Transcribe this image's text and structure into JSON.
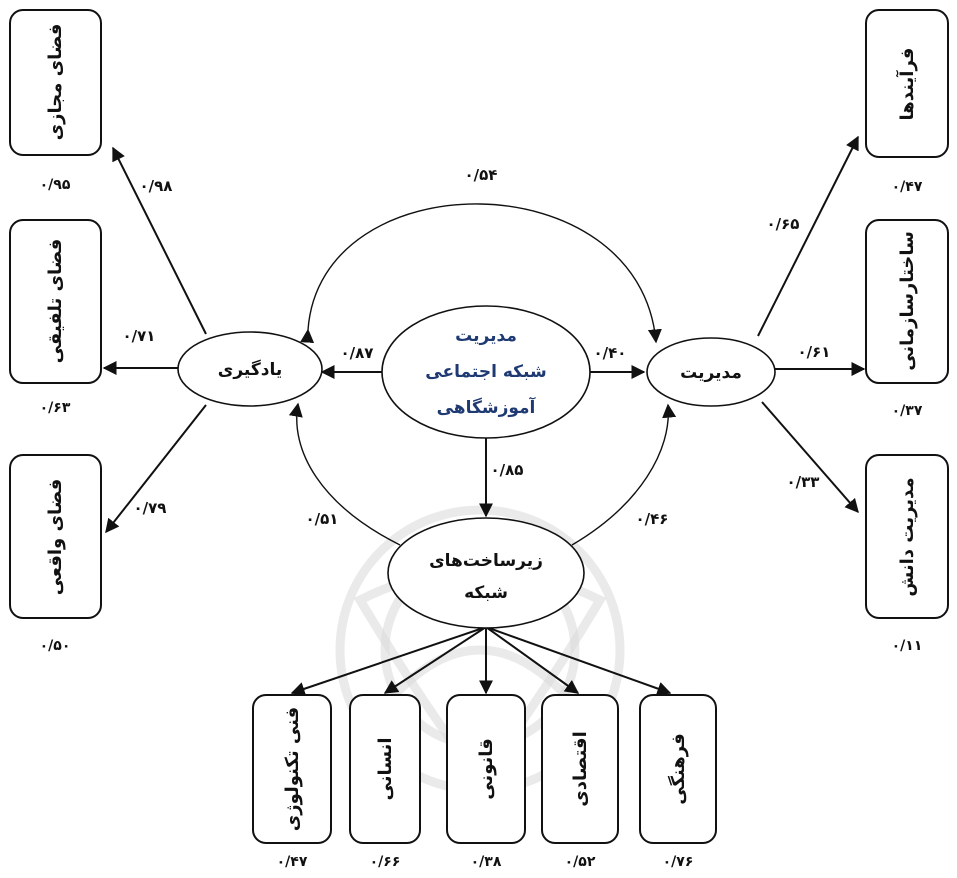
{
  "center": {
    "lines": [
      "مدیریت",
      "شبکه اجتماعی",
      "آموزشگاهی"
    ],
    "color": "#1f3a73"
  },
  "nodes": {
    "learning": "یادگیری",
    "management": "مدیریت",
    "infrastructure": [
      "زیرساخت‌های",
      "شبکه"
    ]
  },
  "boxes": {
    "virtual_space": "فضای مجازی",
    "blended_space": "فضای تلفیقی",
    "real_space": "فضای واقعی",
    "processes": "فرآیندها",
    "org_structure": "ساختارسازمانی",
    "knowledge_mgmt": "مدیریت دانش",
    "technical": "فنی تکنولوژی",
    "human": "انسانی",
    "legal": "قانونی",
    "economic": "اقتصادی",
    "cultural": "فرهنگی"
  },
  "coefficients": {
    "center_to_learning": "۰/۸۷",
    "center_to_management": "۰/۴۰",
    "center_to_infrastructure": "۰/۸۵",
    "management_arc": "۰/۵۴",
    "infra_to_learning": "۰/۵۱",
    "infra_to_management": "۰/۴۶",
    "learning_to_virtual": "۰/۹۸",
    "learning_to_blended": "۰/۷۱",
    "learning_to_real": "۰/۷۹",
    "management_to_processes": "۰/۶۵",
    "management_to_structure": "۰/۶۱",
    "management_to_knowledge": "۰/۳۳"
  },
  "errors": {
    "virtual_space": "۰/۹۵",
    "blended_space": "۰/۶۳",
    "real_space": "۰/۵۰",
    "processes": "۰/۴۷",
    "org_structure": "۰/۳۷",
    "knowledge_mgmt": "۰/۱۱",
    "technical": "۰/۴۷",
    "human": "۰/۶۶",
    "legal": "۰/۳۸",
    "economic": "۰/۵۲",
    "cultural": "۰/۷۶"
  }
}
